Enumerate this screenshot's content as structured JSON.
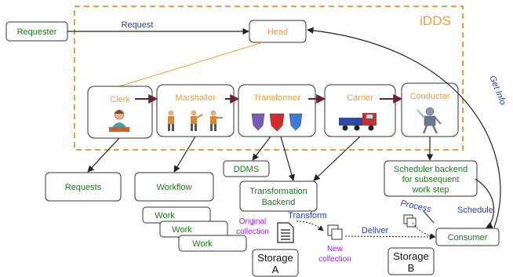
{
  "colors": {
    "idds_border": "#f0a030",
    "idds_title": "#f0a030",
    "component_text": "#f0a030",
    "green_text": "#1a7a1a",
    "blue_text": "#1f3fbf",
    "purple_text": "#a020f0",
    "box_border": "#333333",
    "agent_arrow": "#6b1f3a"
  },
  "diagram": {
    "idds_title": "iDDS",
    "head": "Head",
    "requester": "Requester",
    "agents": [
      {
        "label": "Clerk",
        "icon": "clerk-icon"
      },
      {
        "label": "Marshaller",
        "icon": "marshaller-icon"
      },
      {
        "label": "Transformer",
        "icon": "transformer-icon"
      },
      {
        "label": "Carrier",
        "icon": "carrier-truck-icon"
      },
      {
        "label": "Conductor",
        "icon": "conductor-robot-icon"
      }
    ],
    "requests": "Requests",
    "workflow": "Workflow",
    "works": [
      "Work",
      "Work",
      "Work"
    ],
    "ddms": "DDMS",
    "transformation_backend": [
      "Transformation",
      "Backend"
    ],
    "scheduler_backend": [
      "Scheduler backend",
      "for subsequent",
      "work step"
    ],
    "consumer": "Consumer",
    "storage_a": [
      "Storage",
      "A"
    ],
    "storage_b": [
      "Storage",
      "B"
    ],
    "edge_labels": {
      "request": "Request",
      "get_info": "Get Info",
      "transform": "Transform",
      "deliver": "Deliver",
      "process": "Process",
      "schedule": "Schedule"
    },
    "original_collection": [
      "Original",
      "collection"
    ],
    "new_collection": [
      "New",
      "collection"
    ]
  }
}
